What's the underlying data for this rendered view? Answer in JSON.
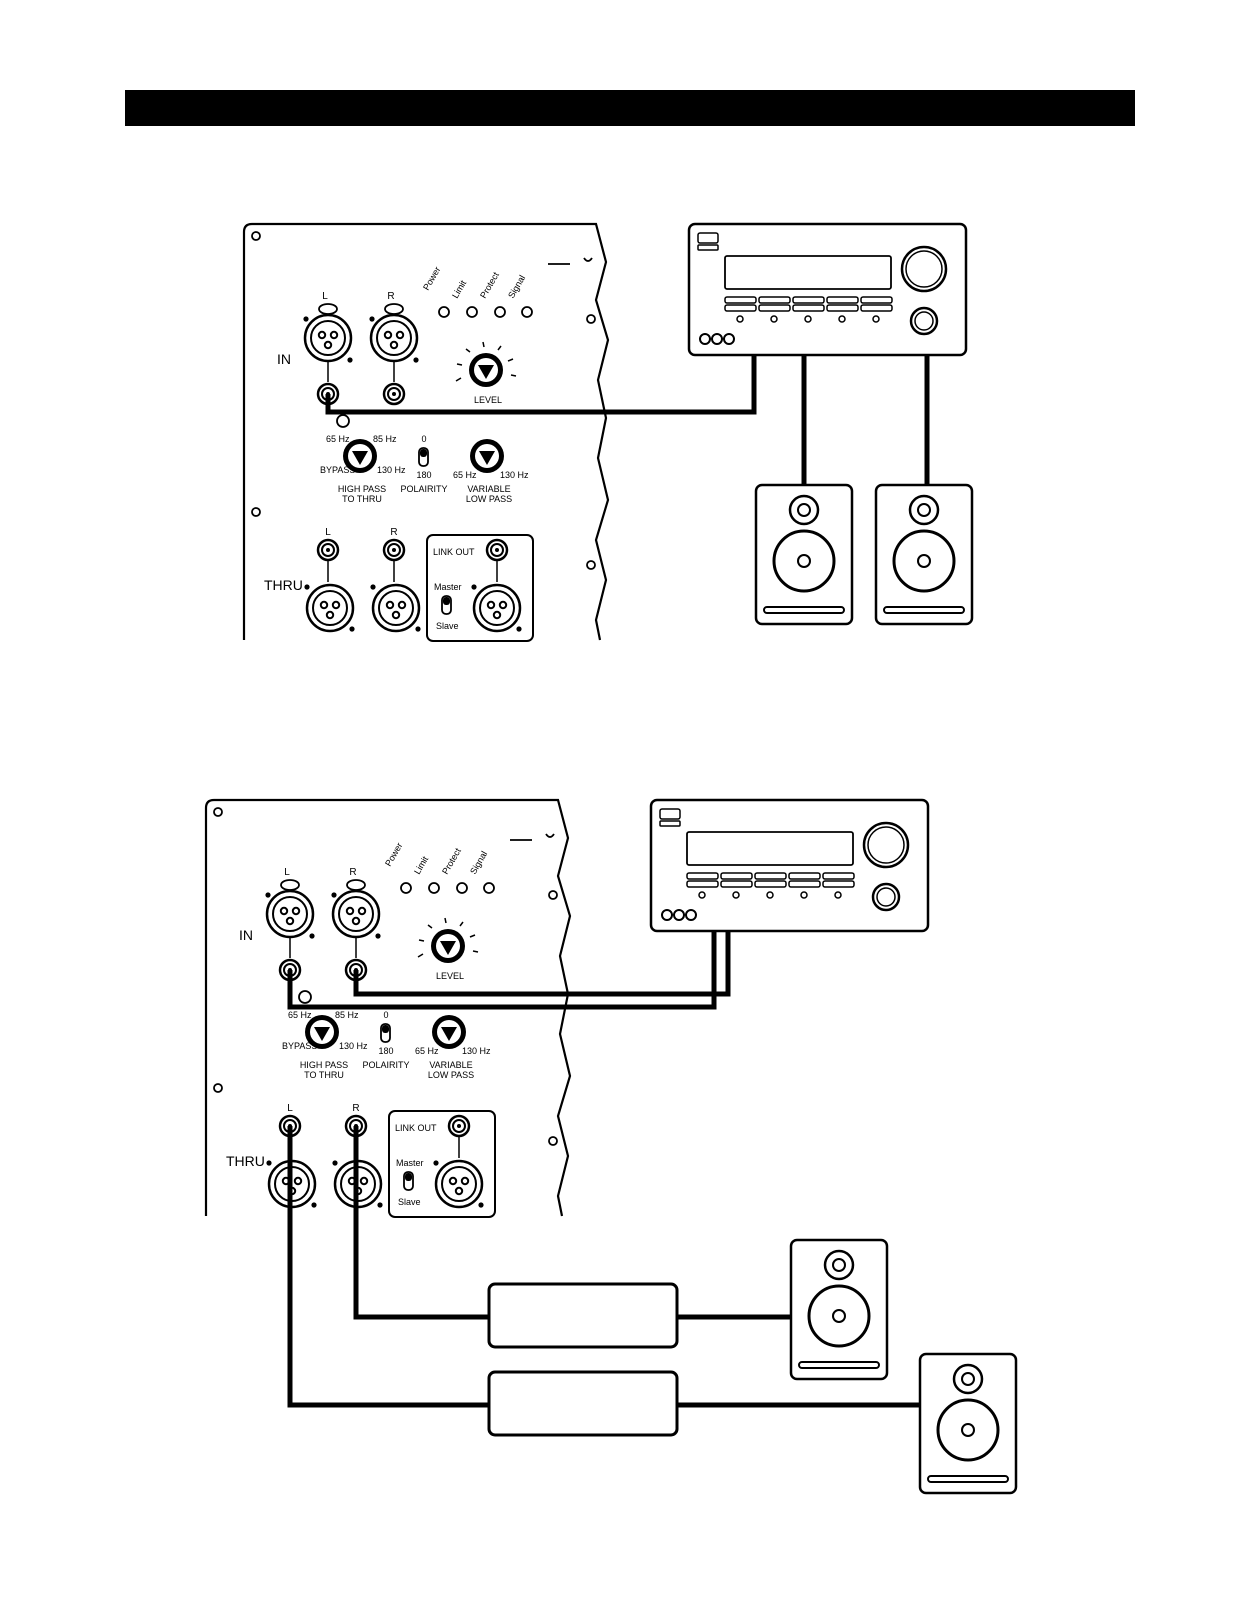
{
  "colors": {
    "ink": "#000000",
    "paper": "#ffffff"
  },
  "panel": {
    "in_label": "IN",
    "thru_label": "THRU",
    "left_label": "L",
    "right_label": "R",
    "led_labels": [
      "Power",
      "Limit",
      "Protect",
      "Signal"
    ],
    "level_label": "LEVEL",
    "hp_freq_low": "65 Hz",
    "hp_freq_high": "85 Hz",
    "hp_bypass": "BYPASS",
    "hp_freq_max": "130 Hz",
    "hp_title_1": "HIGH PASS",
    "hp_title_2": "TO THRU",
    "pol_0": "0",
    "pol_180": "180",
    "pol_title": "POLAIRITY",
    "lp_freq_low": "65 Hz",
    "lp_freq_high": "130 Hz",
    "lp_title_1": "VARIABLE",
    "lp_title_2": "LOW PASS",
    "link_out": "LINK OUT",
    "master": "Master",
    "slave": "Slave"
  },
  "icons": {
    "xlr": "xlr-connector-icon",
    "rca": "rca-jack-icon",
    "knob": "rotary-knob-icon",
    "receiver": "av-receiver-icon",
    "speaker": "speaker-icon",
    "amplifier": "amplifier-box-icon"
  }
}
